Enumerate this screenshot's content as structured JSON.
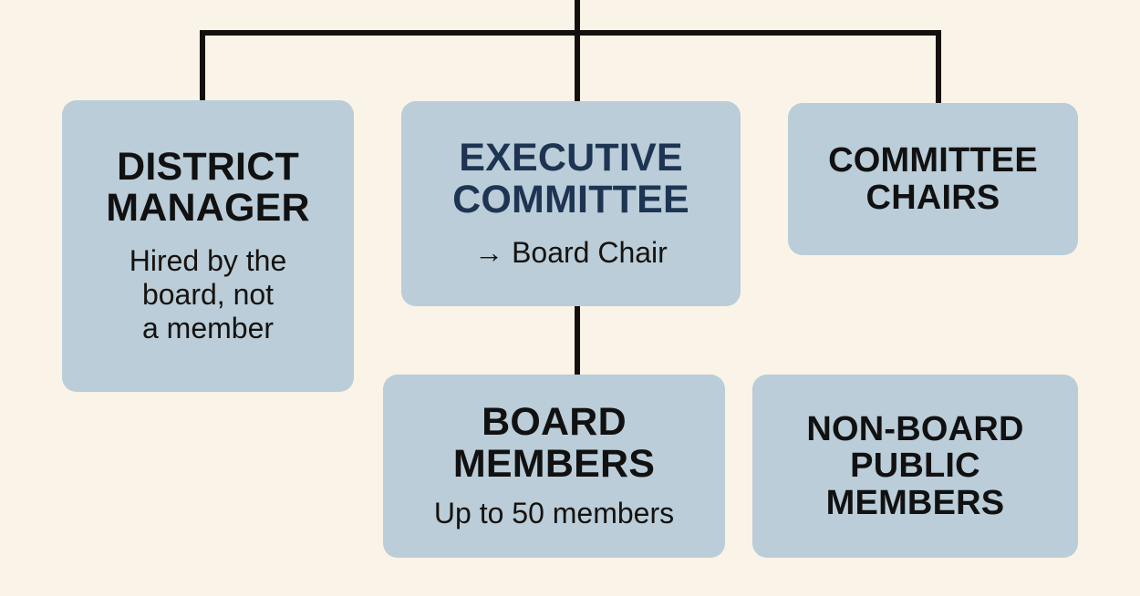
{
  "diagram": {
    "type": "organizational-chart",
    "background_color": "#faf3e8",
    "node_fill_color": "#bacdd8",
    "connector_color": "#14100d",
    "nodes": [
      {
        "id": "district-manager",
        "title": "DISTRICT MANAGER",
        "title_lines": [
          "DISTRICT",
          "MANAGER"
        ],
        "subtitle": "Hired by the board, not a member",
        "subtitle_lines": [
          "Hired by the",
          "board, not",
          "a member"
        ],
        "title_color": "#111111"
      },
      {
        "id": "executive-committee",
        "title": "EXECUTIVE COMMITTEE",
        "title_lines": [
          "EXECUTIVE",
          "COMMITTEE"
        ],
        "subtitle": "→ Board Chair",
        "title_color": "#1d3552"
      },
      {
        "id": "committee-chairs",
        "title": "COMMITTEE CHAIRS",
        "title_lines": [
          "COMMITTEE",
          "CHAIRS"
        ],
        "subtitle": "",
        "title_color": "#111111"
      },
      {
        "id": "board-members",
        "title": "BOARD MEMBERS",
        "title_lines": [
          "BOARD",
          "MEMBERS"
        ],
        "subtitle": "Up to 50 members",
        "title_color": "#111111"
      },
      {
        "id": "non-board-public-members",
        "title": "NON-BOARD PUBLIC MEMBERS",
        "title_lines": [
          "NON-BOARD",
          "PUBLIC",
          "MEMBERS"
        ],
        "subtitle": "",
        "title_color": "#111111"
      }
    ]
  }
}
